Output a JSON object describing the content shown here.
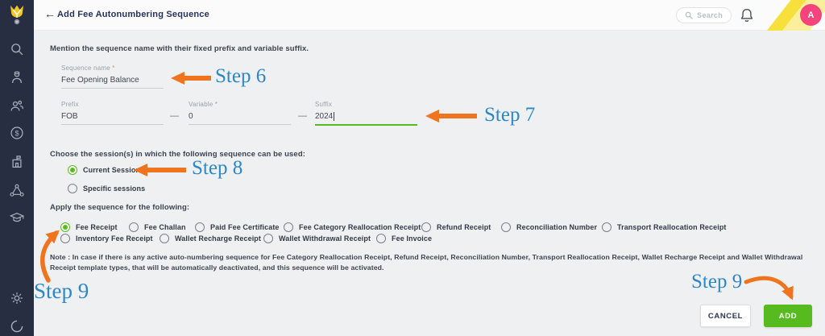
{
  "header": {
    "title": "Add Fee Autonumbering Sequence",
    "back_icon": "←",
    "search_label": "Search",
    "avatar_initial": "A"
  },
  "sidebar": {
    "icons": [
      "search-icon",
      "student-icon",
      "people-icon",
      "fees-icon",
      "institute-icon",
      "network-icon",
      "academics-icon",
      "settings-icon",
      "session-icon"
    ]
  },
  "form": {
    "intro": "Mention the sequence name with their fixed prefix and variable suffix.",
    "separator": "—",
    "fields": {
      "sequence_name": {
        "label": "Sequence name *",
        "value": "Fee Opening Balance"
      },
      "prefix": {
        "label": "Prefix",
        "value": "FOB"
      },
      "variable": {
        "label": "Variable *",
        "value": "0"
      },
      "suffix": {
        "label": "Suffix",
        "value": "2024"
      }
    },
    "session_question": "Choose the session(s) in which the following sequence can be used:",
    "session_options": [
      {
        "label": "Current Session",
        "selected": true
      },
      {
        "label": "Specific sessions",
        "selected": false
      }
    ],
    "apply_question": "Apply the sequence for the following:",
    "apply_rows": [
      {
        "options": [
          {
            "label": "Fee Receipt",
            "selected": true
          },
          {
            "label": "Fee Challan",
            "selected": false
          },
          {
            "label": "Paid Fee Certificate",
            "selected": false
          },
          {
            "label": "Fee Category Reallocation Receipt",
            "selected": false
          },
          {
            "label": "Refund Receipt",
            "selected": false
          },
          {
            "label": "Reconciliation Number",
            "selected": false
          },
          {
            "label": "Transport Reallocation Receipt",
            "selected": false
          }
        ]
      },
      {
        "options": [
          {
            "label": "Inventory Fee Receipt",
            "selected": false
          },
          {
            "label": "Wallet Recharge Receipt",
            "selected": false
          },
          {
            "label": "Wallet Withdrawal Receipt",
            "selected": false
          },
          {
            "label": "Fee Invoice",
            "selected": false
          }
        ]
      }
    ],
    "note": "Note : In case if there is any active auto-numbering sequence for Fee Category Reallocation Receipt, Refund Receipt, Reconciliation Number, Transport Reallocation Receipt, Wallet Recharge Receipt and Wallet Withdrawal Receipt template types, that will be automatically deactivated, and this sequence will be activated."
  },
  "annotations": {
    "step6": "Step 6",
    "step7": "Step 7",
    "step8": "Step 8",
    "step9_left": "Step 9",
    "step9_right": "Step 9"
  },
  "buttons": {
    "cancel": "CANCEL",
    "add": "ADD"
  },
  "colors": {
    "accent_green": "#57bb1f",
    "annotation_orange": "#f0741d",
    "annotation_blue": "#2d87c5",
    "sidebar_navy": "#272e42",
    "avatar_pink": "#f4447d"
  }
}
